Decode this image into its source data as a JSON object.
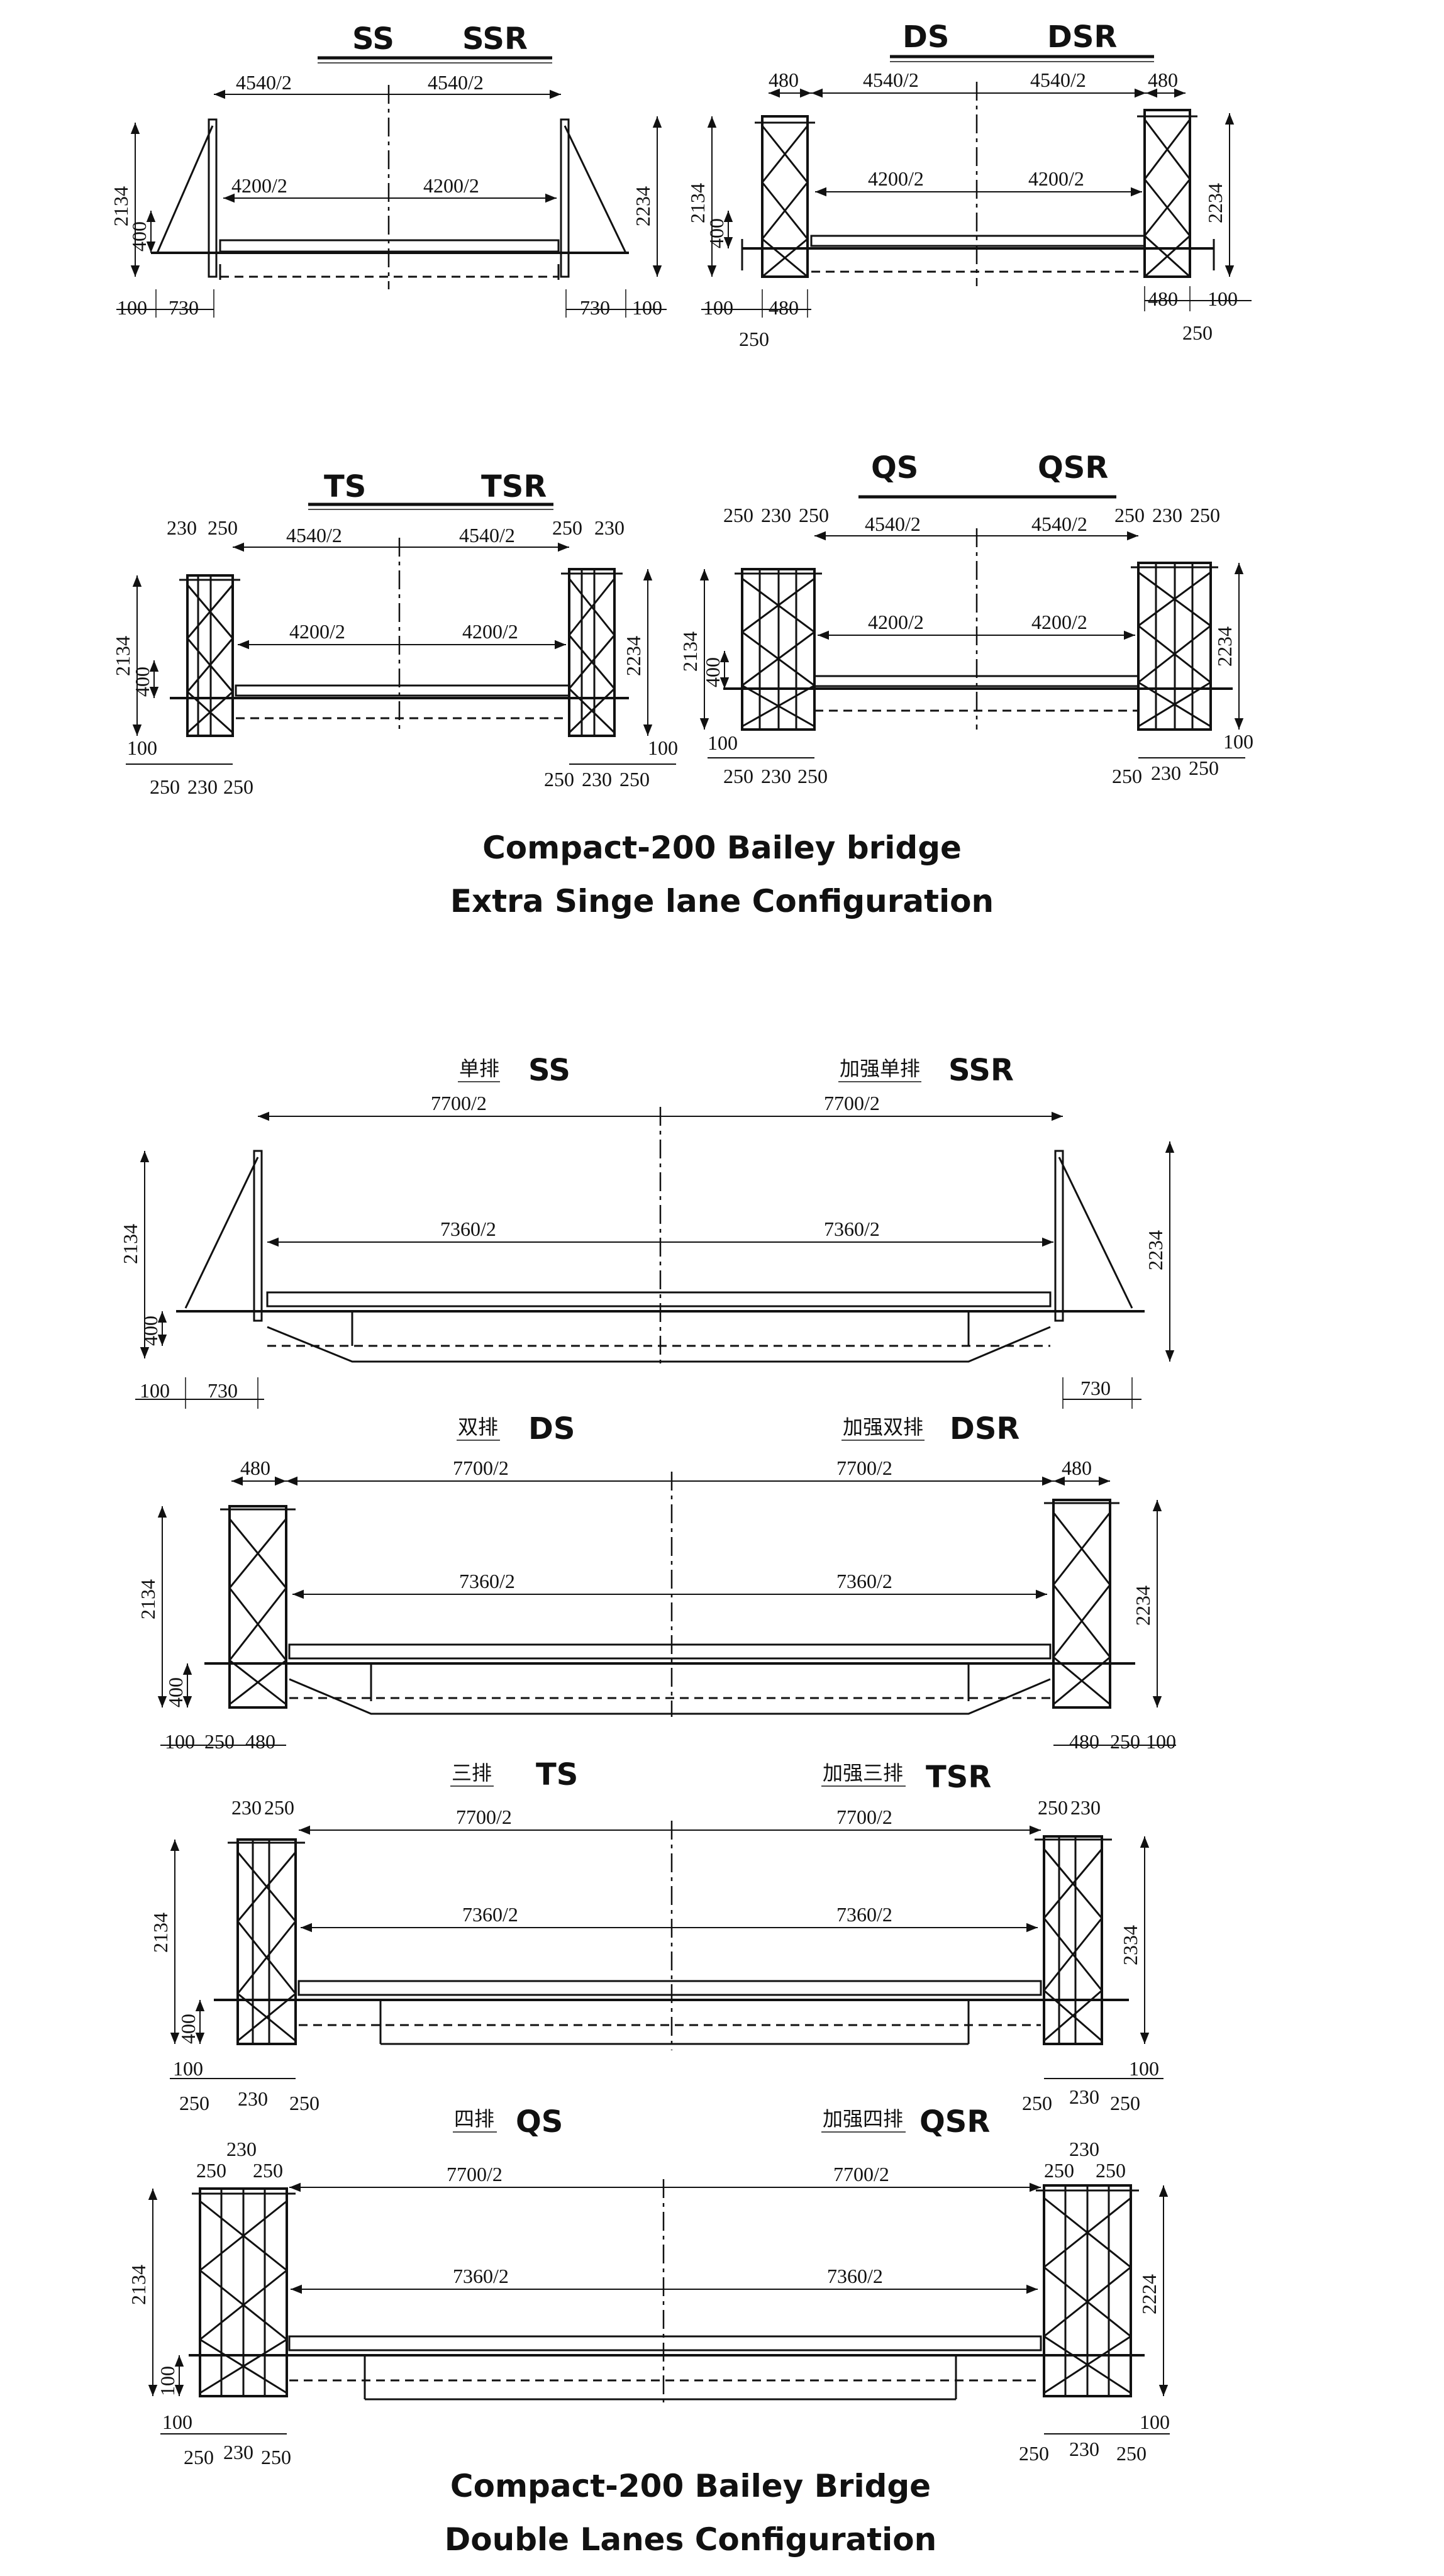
{
  "sections": [
    {
      "heading": "Compact-200 Bailey bridge",
      "subheading": "Extra Singe lane Configuration",
      "panels": [
        {
          "left_code": "SS",
          "right_code": "SSR",
          "span_half": "4540/2",
          "deck_half": "4200/2",
          "h_left": "2134",
          "h_right": "2234",
          "h_deck": "400",
          "d_edge": "100",
          "d_outrig": "730",
          "type": "single"
        },
        {
          "left_code": "DS",
          "right_code": "DSR",
          "span_half": "4540/2",
          "deck_half": "4200/2",
          "h_left": "2134",
          "h_right": "2234",
          "h_deck": "400",
          "d_edge": "100",
          "d_truss": "480",
          "d_gap": "250",
          "type": "double"
        },
        {
          "left_code": "TS",
          "right_code": "TSR",
          "span_half": "4540/2",
          "deck_half": "4200/2",
          "h_left": "2134",
          "h_right": "2234",
          "h_deck": "400",
          "d_edge": "100",
          "d_a": "250",
          "d_b": "230",
          "type": "triple"
        },
        {
          "left_code": "QS",
          "right_code": "QSR",
          "span_half": "4540/2",
          "deck_half": "4200/2",
          "h_left": "2134",
          "h_right": "2234",
          "h_deck": "400",
          "d_edge": "100",
          "d_a": "250",
          "d_b": "230",
          "type": "quad"
        }
      ]
    },
    {
      "heading": "Compact-200  Bailey Bridge",
      "subheading": "Double Lanes Configuration",
      "rows": [
        {
          "left_cn": "单排",
          "left_code": "SS",
          "right_cn": "加强单排",
          "right_code": "SSR",
          "span_half": "7700/2",
          "deck_half": "7360/2",
          "h_left": "2134",
          "h_right": "2234",
          "h_deck": "400",
          "d_edge": "100",
          "d_outrig": "730"
        },
        {
          "left_cn": "双排",
          "left_code": "DS",
          "right_cn": "加强双排",
          "right_code": "DSR",
          "span_half": "7700/2",
          "deck_half": "7360/2",
          "h_left": "2134",
          "h_right": "2234",
          "h_deck": "400",
          "d_edge": "100",
          "d_gap": "250",
          "d_truss": "480"
        },
        {
          "left_cn": "三排",
          "left_code": "TS",
          "right_cn": "加强三排",
          "right_code": "TSR",
          "span_half": "7700/2",
          "deck_half": "7360/2",
          "h_left": "2134",
          "h_right": "2334",
          "h_deck": "400",
          "d_edge": "100",
          "d_a": "250",
          "d_b": "230"
        },
        {
          "left_cn": "四排",
          "left_code": "QS",
          "right_cn": "加强四排",
          "right_code": "QSR",
          "span_half": "7700/2",
          "deck_half": "7360/2",
          "h_left": "2134",
          "h_right": "2224",
          "h_deck": "100",
          "d_edge": "100",
          "d_a": "250",
          "d_b": "230"
        }
      ]
    }
  ]
}
